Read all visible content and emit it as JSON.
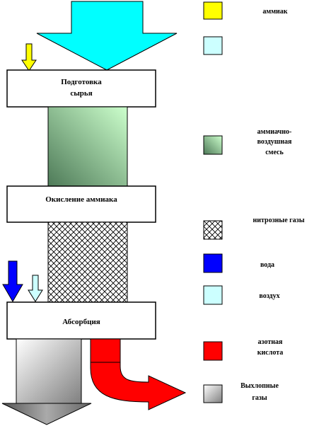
{
  "colors": {
    "ammonia": "#ffff00",
    "air": "#ccffff",
    "water": "#0000ff",
    "nitric_acid": "#ff0000",
    "mix_light": "#ccffcc",
    "mix_dark": "#4e7a58",
    "exhaust_light": "#ffffff",
    "exhaust_dark": "#808080",
    "input_arrow": "#00ffff",
    "output_arrow": "#888888"
  },
  "process": {
    "prep_line1": "Подготовка",
    "prep_line2": "сырья",
    "oxidation": "Окисление аммиака",
    "absorption": "Абсорбция"
  },
  "legend": {
    "ammonia": "аммиак",
    "air_top": "",
    "mix_line1": "аммиачно-",
    "mix_line2": "воздушная",
    "mix_line3": "смесь",
    "nitrous": "нитрозные газы",
    "water": "вода",
    "air": "воздух",
    "acid_line1": "азотная",
    "acid_line2": "кислота",
    "exhaust_line1": "Выхлопные",
    "exhaust_line2": "газы"
  }
}
